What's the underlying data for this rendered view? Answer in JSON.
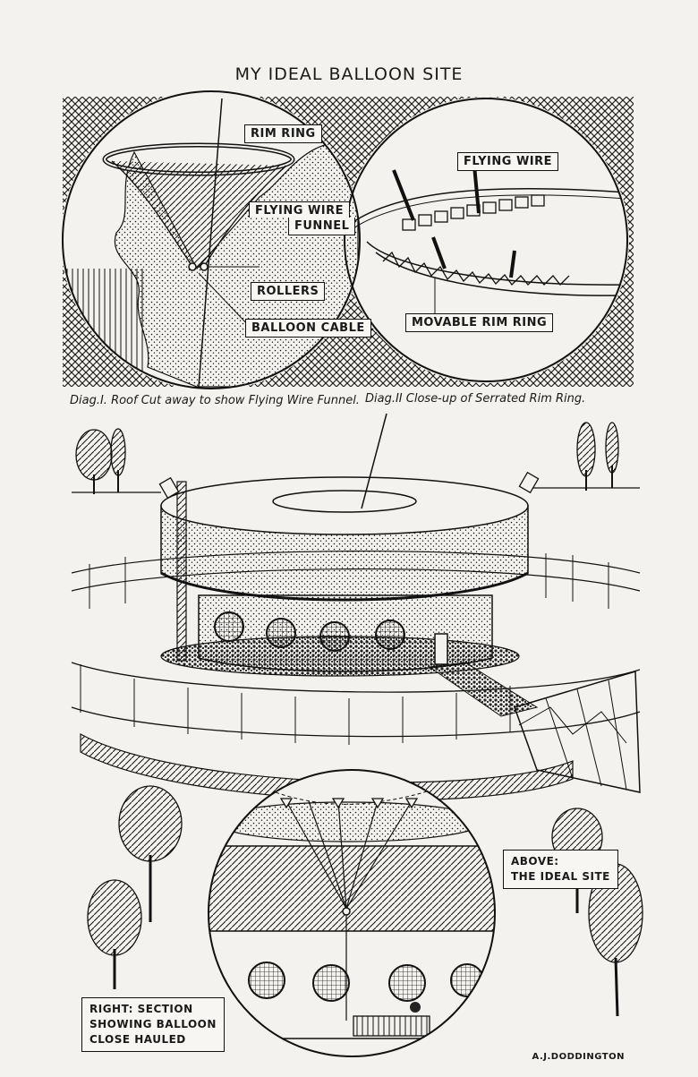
{
  "title": "MY IDEAL BALLOON SITE",
  "diagram1": {
    "labels": [
      "RIM RING",
      "FLYING WIRE",
      "FUNNEL",
      "ROLLERS",
      "BALLOON CABLE"
    ],
    "caption": "Diag.I. Roof Cut away to show Flying Wire Funnel."
  },
  "diagram2": {
    "labels": [
      "FLYING WIRE",
      "MOVABLE RIM RING"
    ],
    "caption": "Diag.II  Close-up of Serrated Rim Ring."
  },
  "above_label": [
    "ABOVE:",
    "THE IDEAL SITE"
  ],
  "right_label": [
    "RIGHT: SECTION",
    "SHOWING BALLOON",
    "CLOSE HAULED"
  ],
  "signature": "A.J.DODDINGTON"
}
